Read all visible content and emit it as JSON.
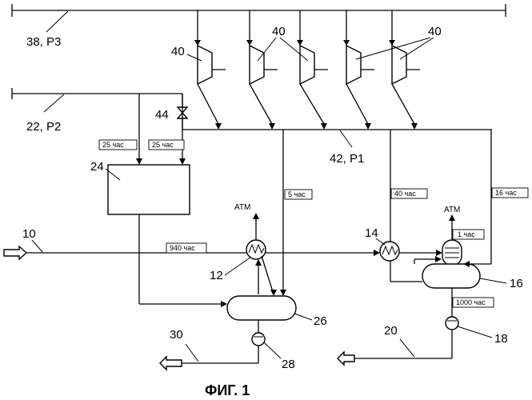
{
  "caption": "ФИГ. 1",
  "headers": {
    "p3": "38, P3",
    "p2": "22, P2",
    "p1": "42, P1"
  },
  "refs": {
    "feed_10": "10",
    "exchanger_12": "12",
    "exchanger_14": "14",
    "drum_16": "16",
    "pump_18": "18",
    "outlet_20": "20",
    "unit_24": "24",
    "vessel_26": "26",
    "pump_28": "28",
    "outlet_30": "30",
    "turbines_40": "40",
    "valve_44": "44"
  },
  "flows": {
    "f25a": "25 час",
    "f25b": "25 час",
    "f5": "5 час",
    "f40": "40 час",
    "f16": "16 час",
    "f940": "940 час",
    "f1": "1 час",
    "f1000": "1000 час"
  },
  "vents": {
    "atm_12": "ATM",
    "atm_16": "ATM"
  }
}
